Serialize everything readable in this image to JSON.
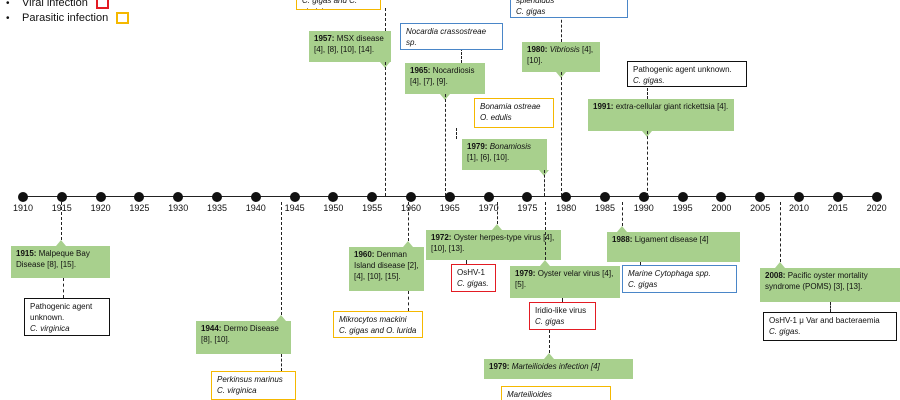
{
  "legend": [
    {
      "label": "Viral infection",
      "color": "#e31b23"
    },
    {
      "label": "Parasitic infection",
      "color": "#f5b800"
    }
  ],
  "years": [
    "1910",
    "1915",
    "1920",
    "1925",
    "1930",
    "1935",
    "1940",
    "1945",
    "1950",
    "1955",
    "1960",
    "1965",
    "1970",
    "1975",
    "1980",
    "1985",
    "1990",
    "1995",
    "2000",
    "2005",
    "2010",
    "2015",
    "2020"
  ],
  "events": [
    {
      "year": "1957:",
      "text": " MSX disease",
      "refs": "[4], [8], [10], [14]."
    },
    {
      "year": "1965:",
      "text": " Nocardiosis",
      "refs": "[4], [7], [9]."
    },
    {
      "year": "1980:",
      "text": " Vibriosis",
      "italic": true,
      "refs": "[4], [10]."
    },
    {
      "year": "1991:",
      "text": " extra-cellular giant rickettsia",
      "refs": "[4]."
    },
    {
      "year": "1979:",
      "text": " Bonamiosis",
      "italic": true,
      "refs": "[1], [6], [10]."
    },
    {
      "year": "1915:",
      "text": " Malpeque Bay Disease",
      "refs": "[8], [15]."
    },
    {
      "year": "1944:",
      "text": " Dermo Disease",
      "refs": "[8], [10]."
    },
    {
      "year": "1960:",
      "text": " Denman Island disease",
      "refs": "[2], [4], [10], [15]."
    },
    {
      "year": "1972:",
      "text": " Oyster herpes-type virus",
      "refs": "[4], [10], [13]."
    },
    {
      "year": "1979:",
      "text": " Oyster velar virus",
      "refs": "[4], [5]."
    },
    {
      "year": "1979:",
      "text": " Marteilioides infection [4]",
      "italic": true,
      "refs": ""
    },
    {
      "year": "1988:",
      "text": " Ligament disease",
      "refs": "[4]"
    },
    {
      "year": "2008:",
      "text": " Pacific oyster mortality syndrome (POMS)",
      "refs": "[3], [13]."
    }
  ],
  "agents": [
    {
      "type": "parasitic",
      "agent": "",
      "host": "C. gigas and C. virginica"
    },
    {
      "type": "bacterial",
      "agent": "splendidus",
      "host": "C. gigas"
    },
    {
      "type": "bacterial",
      "agent": "Nocardia crassostreae sp.",
      "host": "C. gigas."
    },
    {
      "type": "unknown",
      "agent": "Pathogenic agent unknown.",
      "host": "C. gigas."
    },
    {
      "type": "parasitic",
      "agent": "Bonamia ostreae",
      "host": "O. edulis"
    },
    {
      "type": "unknown",
      "agent": "Pathogenic agent unknown.",
      "host": "C. virginica"
    },
    {
      "type": "parasitic",
      "agent": "Perkinsus marinus",
      "host": "C. virginica"
    },
    {
      "type": "parasitic",
      "agent": "Mikrocytos mackini",
      "host": "C. gigas and O. lurida"
    },
    {
      "type": "viral",
      "agent": "OsHV-1",
      "host": "C. gigas."
    },
    {
      "type": "viral",
      "agent": "Iridio-like virus",
      "host": "C. gigas"
    },
    {
      "type": "parasitic",
      "agent": "Marteilioides chungmuensis",
      "host": ""
    },
    {
      "type": "bacterial",
      "agent": "Marine Cytophaga spp.",
      "host": "C. gigas"
    },
    {
      "type": "unknown",
      "agent": "OsHV-1 μ Var and bacteraemia",
      "host": "C. gigas."
    }
  ]
}
